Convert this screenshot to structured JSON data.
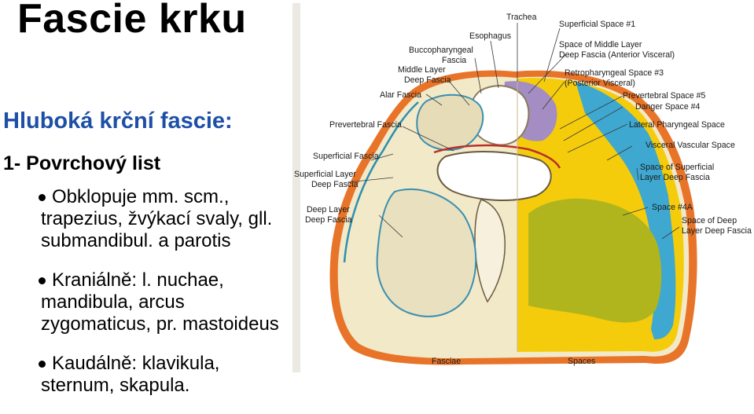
{
  "slide": {
    "title": "Fascie krku",
    "subtitle": "Hluboká krční fascie:",
    "section": "1- Povrchový list",
    "bullets": [
      {
        "lines": [
          "Obklopuje mm. scm.,",
          "trapezius, žvýkací svaly, gll.",
          "submandibul. a parotis"
        ]
      },
      {
        "lines": [
          "Kraniálně: l. nuchae,",
          "mandibula, arcus",
          "zygomaticus, pr. mastoideus"
        ]
      },
      {
        "lines": [
          "Kaudálně: klavikula,",
          "sternum, skapula."
        ]
      }
    ]
  },
  "figure": {
    "labels_top": {
      "trachea": "Trachea",
      "esophagus": "Esophagus",
      "superficial_space_1": "Superficial Space #1"
    },
    "labels_left": {
      "buccopharyngeal_1": "Buccopharyngeal",
      "buccopharyngeal_2": "Fascia",
      "middle_layer_1": "Middle Layer",
      "middle_layer_2": "Deep Fascia",
      "alar_fascia": "Alar Fascia",
      "prevertebral_fascia": "Prevertebral Fascia",
      "superficial_fascia": "Superficial Fascia",
      "superficial_layer_1": "Superficial Layer",
      "superficial_layer_2": "Deep Fascia",
      "deep_layer_1": "Deep Layer",
      "deep_layer_2": "Deep Fascia"
    },
    "labels_right": {
      "space_middle_layer_1": "Space of Middle Layer",
      "space_middle_layer_2": "Deep Fascia (Anterior Visceral)",
      "retropharyngeal_1": "Retropharyngeal Space #3",
      "retropharyngeal_2": "(Posterior Visceral)",
      "prevertebral_space_5": "Prevertebral Space #5",
      "danger_space_4": "Danger Space #4",
      "lateral_pharyngeal": "Lateral Pharyngeal Space",
      "visceral_vascular": "Visceral Vascular Space",
      "space_superficial_1": "Space of Superficial",
      "space_superficial_2": "Layer Deep Fascia",
      "space_4a": "Space #4A",
      "space_deep_1": "Space of Deep",
      "space_deep_2": "Layer Deep Fascia"
    },
    "bottom": {
      "fasciae": "Fasciae",
      "spaces": "Spaces"
    },
    "colors": {
      "outer_orange": "#e8742a",
      "yellow": "#f5cc0c",
      "blue": "#3ea8d0",
      "olive": "#b1b51d",
      "purple": "#a38dc2",
      "tissue": "#ebe3c6",
      "fascia_line": "#2e8fb0"
    }
  }
}
